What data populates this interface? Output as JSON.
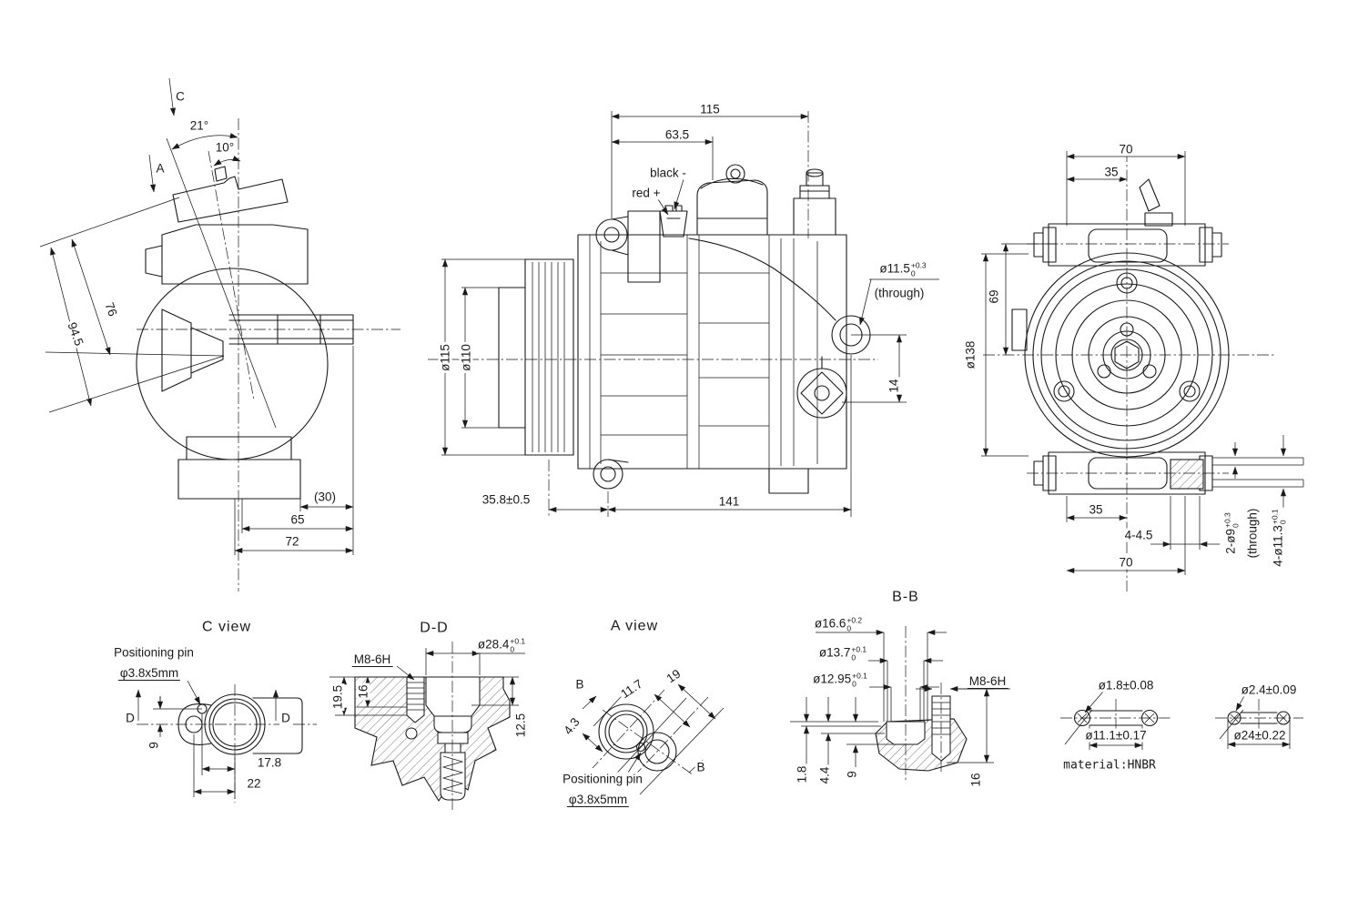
{
  "left_view": {
    "marker_c": "C",
    "marker_a": "A",
    "angle_21": "21°",
    "angle_10": "10°",
    "dim_94_5": "94.5",
    "dim_76": "76",
    "dim_ref_30": "(30)",
    "dim_65": "65",
    "dim_72": "72"
  },
  "front_view": {
    "dim_115": "115",
    "dim_63_5": "63.5",
    "wire_black": "black -",
    "wire_red": "red +",
    "dia_pulley_outer": "ø115",
    "dia_pulley_inner": "ø110",
    "mount_hole": {
      "dia": "ø11.5",
      "tol_up": "+0.3",
      "tol_dn": "0",
      "note": "(through)"
    },
    "dim_14": "14",
    "dim_pulley": "35.8±0.5",
    "dim_length": "141"
  },
  "rear_view": {
    "dim_70_top": "70",
    "dim_35_top": "35",
    "dim_69": "69",
    "dia_body": "ø138",
    "dim_35_bottom": "35",
    "dim_4_45": "4-4.5",
    "dim_70_bottom": "70",
    "pin_holes": {
      "dia": "2-ø9",
      "tol_up": "+0.3",
      "tol_dn": "0",
      "note": "(through)"
    },
    "bolt_holes": {
      "dia": "4-ø11.3",
      "tol_up": "+0.1",
      "tol_dn": "0"
    }
  },
  "c_view": {
    "title": "C view",
    "pin_note_line1": "Positioning pin",
    "pin_note_line2": "φ3.8x5mm",
    "section_d_left": "D",
    "section_d_right": "D",
    "dim_9": "9",
    "dim_17_8": "17.8",
    "dim_22": "22"
  },
  "dd_view": {
    "title": "D-D",
    "thread": "M8-6H",
    "port": {
      "dia": "ø28.4",
      "tol_up": "+0.1",
      "tol_dn": "0"
    },
    "dim_19_5": "19.5",
    "dim_16": "16",
    "dim_12_5": "12.5"
  },
  "a_view": {
    "title": "A view",
    "section_b_top": "B",
    "section_b_bottom": "B",
    "dim_19": "19",
    "dim_11_7": "11.7",
    "dim_4_3": "4.3",
    "pin_note_line1": "Positioning pin",
    "pin_note_line2": "φ3.8x5mm"
  },
  "bb_view": {
    "title": "B-B",
    "bore_1": {
      "dia": "ø16.6",
      "tol_up": "+0.2",
      "tol_dn": "0"
    },
    "bore_2": {
      "dia": "ø13.7",
      "tol_up": "+0.1",
      "tol_dn": "0"
    },
    "bore_3": {
      "dia": "ø12.95",
      "tol_up": "+0.1",
      "tol_dn": "0"
    },
    "thread": "M8-6H",
    "dim_1_8": "1.8",
    "dim_4_4": "4.4",
    "dim_9": "9",
    "dim_16": "16"
  },
  "oring_small": {
    "dia_cross_section": "ø1.8±0.08",
    "dia_inner": "ø11.1±0.17",
    "material": "material:HNBR"
  },
  "oring_large": {
    "dia_cross_section": "ø2.4±0.09",
    "dia_outer": "ø24±0.22"
  }
}
